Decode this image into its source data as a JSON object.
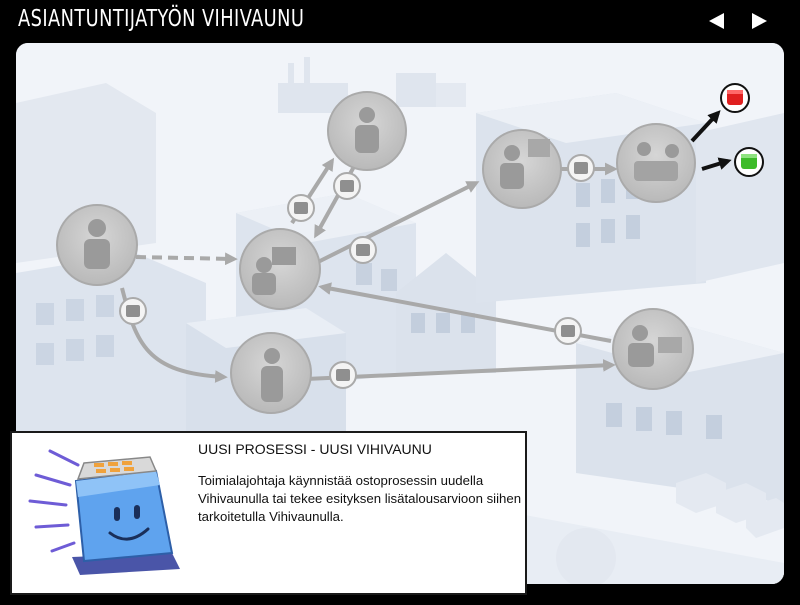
{
  "header": {
    "title": "ASIANTUNTIJATYÖN VIHIVAUNU",
    "prev_icon": "triangle-left-icon",
    "next_icon": "triangle-right-icon"
  },
  "panel": {
    "title": "UUSI PROSESSI - UUSI VIHIVAUNU",
    "body": "Toimialajohtaja käynnistää ostoprosessin uudella Vihivaunulla tai tekee esityksen lisätalousarvioon siihen tarkoitetulla Vihivaunulla.",
    "illustration_icon": "smiling-cart-icon"
  },
  "colors": {
    "background": "#000000",
    "scene_bg": "#f1f4f9",
    "building": "#dfe6f0",
    "arrow": "#a9a9a9",
    "red_cart": "#e02020",
    "green_cart": "#3dbb2a",
    "cart_blue": "#5fa3ee"
  }
}
